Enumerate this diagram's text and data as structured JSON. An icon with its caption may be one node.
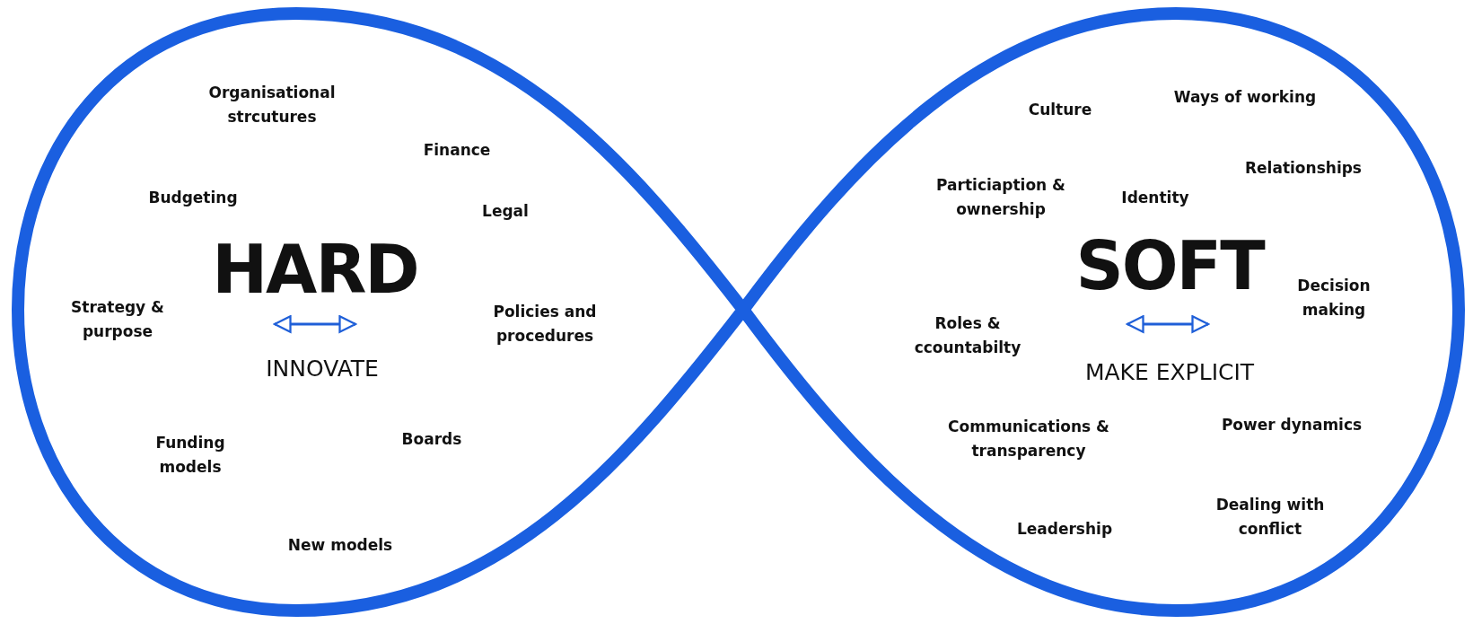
{
  "diagram": {
    "labels": [
      "Organisational strcutures",
      "Finance",
      "Budgeting",
      "Legal",
      "HARD",
      "Strategy & purpose",
      "Policies and procedures",
      "INNOVATE",
      "Funding models",
      "Boards",
      "New models",
      "Culture",
      "Ways of working",
      "Particiaption & ownership",
      "Identity",
      "Relationships",
      "SOFT",
      "Decision making",
      "Roles & ccountabilty",
      "MAKE EXPLICIT",
      "Communications & transparency",
      "Power dynamics",
      "Dealing with conflict",
      "Leadership"
    ]
  }
}
